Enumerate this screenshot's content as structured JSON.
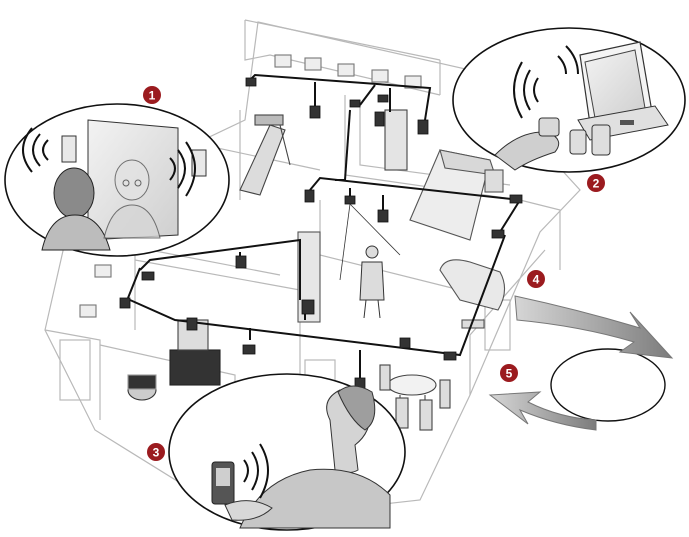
{
  "colors": {
    "badge": "#9b1b1f",
    "wall": "#b9b9b9",
    "wire": "#111111",
    "arrow": "#8f8f8f",
    "bubble_fill": "#ffffff"
  },
  "callouts": [
    {
      "number": "1",
      "icon": "mirror-video-call-scene"
    },
    {
      "number": "2",
      "icon": "medication-dispenser-scene"
    },
    {
      "number": "3",
      "icon": "handheld-device-scene"
    },
    {
      "number": "4",
      "icon": "cycle-arrow"
    },
    {
      "number": "5",
      "icon": "cycle-arrow"
    }
  ]
}
